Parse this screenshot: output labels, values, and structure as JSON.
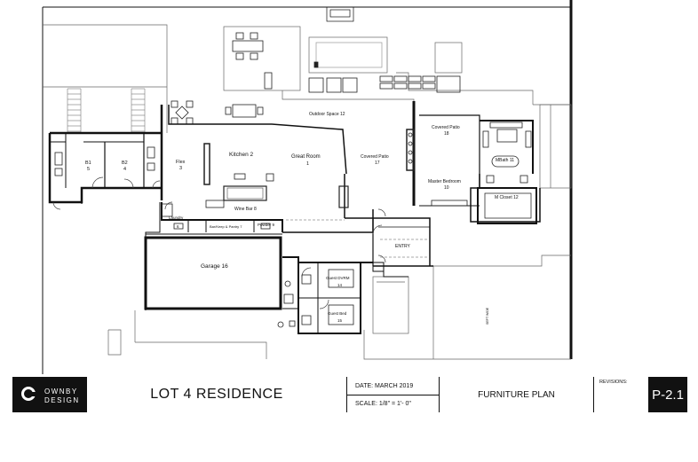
{
  "rooms": {
    "flex": "Flex",
    "flex_no": "3",
    "b1": "B1",
    "b1_no": "5",
    "b2": "B2",
    "b2_no": "4",
    "kitchen": "Kitchen   2",
    "great_room": "Great Room",
    "great_room_no": "1",
    "covered_patio_17": "Covered Patio",
    "covered_patio_17_no": "17",
    "covered_patio_18": "Covered Patio",
    "covered_patio_18_no": "18",
    "outdoor_space": "Outdoor Space 12",
    "mbath": "MBath 11",
    "master_bedroom": "Master Bedroom",
    "master_bedroom_no": "10",
    "m_closet": "M Closet 12",
    "wine_bar": "Wine Bar  8",
    "laundry": "Laundry",
    "laundry_no": "6",
    "pantry": "Bar/Keep & Pantry 7",
    "powder": "Powder 9",
    "garage": "Garage 16",
    "entry": "ENTRY",
    "guest_dvrm": "Guest DVRM",
    "guest_dvrm_no": "14",
    "guest_bed": "Guest Bed",
    "guest_bed_no": "15",
    "vertical_note": "SEPT WIDE"
  },
  "title_block": {
    "logo_line1": "OWNBY",
    "logo_line2": "DESIGN",
    "project": "LOT 4 RESIDENCE",
    "date": "DATE:  MARCH 2019",
    "scale": "SCALE:  1/8\" = 1'- 0\"",
    "sheet_title": "FURNITURE PLAN",
    "revisions": "REVISIONS:",
    "sheet_no": "P-2.1"
  }
}
